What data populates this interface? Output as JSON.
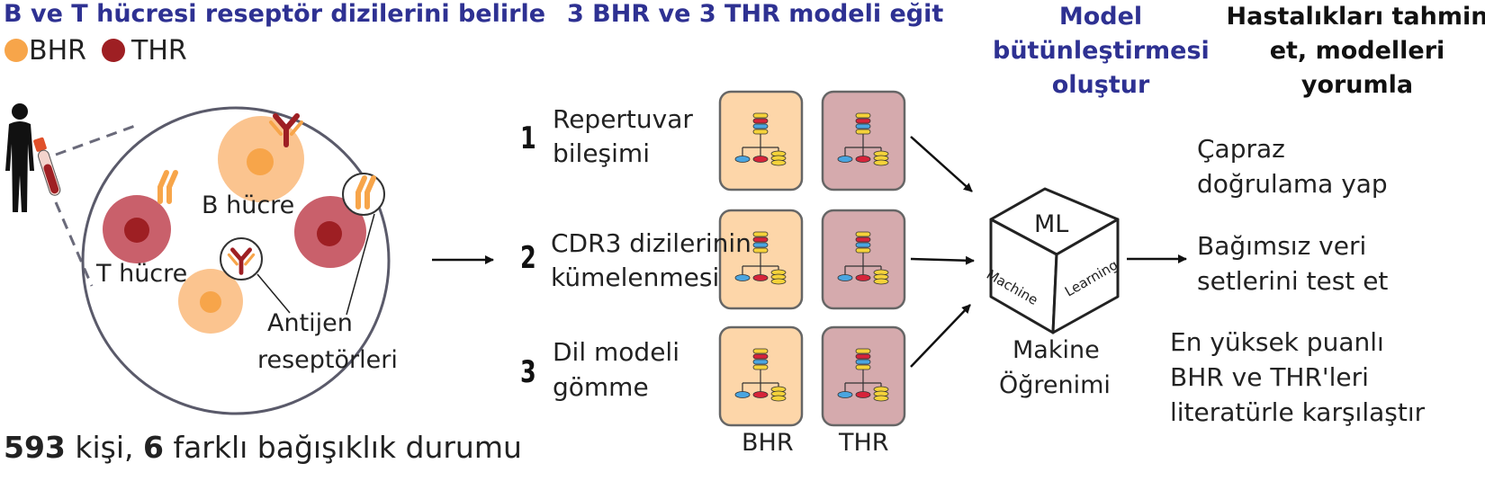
{
  "headings": {
    "step1": "B ve T hücresi reseptör dizilerini belirle",
    "step2": "3 BHR ve 3 THR modeli eğit",
    "step3": "Model bütünleştirmesi oluştur",
    "step4": "Hastalıkları tahmin et, modelleri yorumla"
  },
  "legend": {
    "bhr": "BHR",
    "thr": "THR",
    "bhr_color": "#f7a54a",
    "thr_color": "#9e1f23"
  },
  "cells": {
    "b_cell": "B hücre",
    "t_cell": "T hücre",
    "antigen_1": "Antijen",
    "antigen_2": "reseptörleri"
  },
  "cohort": {
    "n_people": "593",
    "people_text": " kişi, ",
    "n_states": "6",
    "states_text": " farklı bağışıklık durumu"
  },
  "models": [
    {
      "number": "1",
      "line1": "Repertuvar",
      "line2": "bileşimi"
    },
    {
      "number": "2",
      "line1": "CDR3 dizilerinin",
      "line2": "kümelenmesi"
    },
    {
      "number": "3",
      "line1": "Dil modeli",
      "line2": "gömme"
    }
  ],
  "columns": {
    "bhr": "BHR",
    "thr": "THR",
    "bhr_fill": "#fdd6a9",
    "thr_fill": "#d5aaad"
  },
  "ml": {
    "cube_top": "ML",
    "cube_left": "Machine",
    "cube_right": "Learning",
    "caption_1": "Makine",
    "caption_2": "Öğrenimi"
  },
  "outcomes": [
    {
      "line1": "Çapraz",
      "line2": "doğrulama yap"
    },
    {
      "line1": "Bağımsız veri",
      "line2": "setlerini test et"
    },
    {
      "line1": "En yüksek puanlı",
      "line2": "BHR ve THR'leri",
      "line3": "literatürle karşılaştır"
    }
  ]
}
